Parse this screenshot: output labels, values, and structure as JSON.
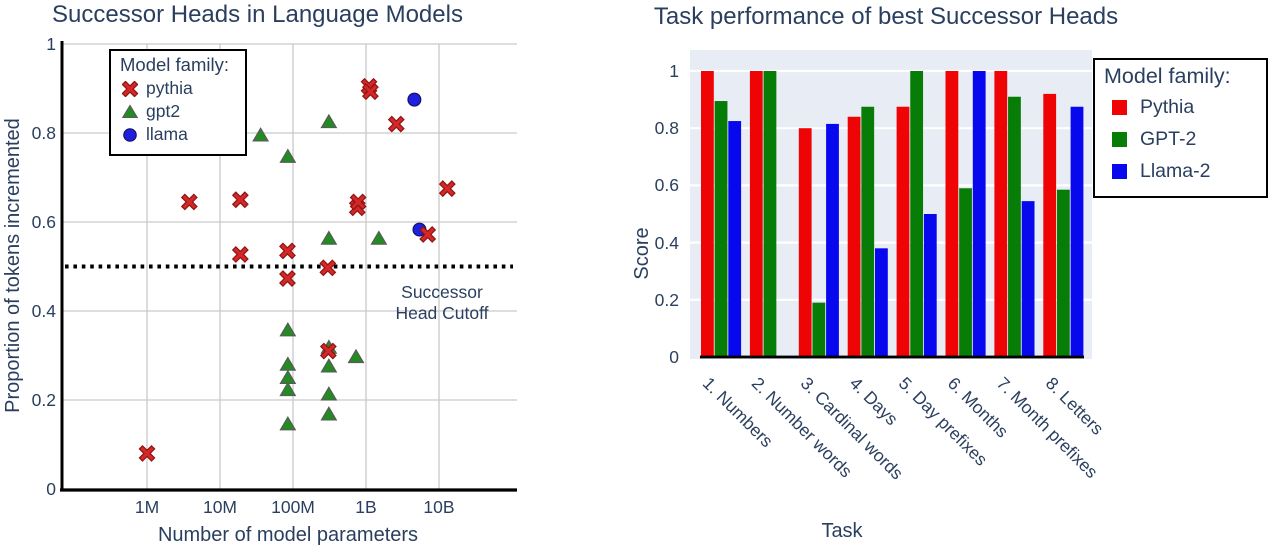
{
  "colors": {
    "text": "#2a3f5f",
    "left_grid": "#c9c9c9",
    "axis": "#000000",
    "right_plot_bg": "#e8ecf4",
    "right_grid": "#ffffff"
  },
  "chart_data": [
    {
      "type": "scatter",
      "title": "Successor Heads in Language Models",
      "xlabel": "Number of model parameters",
      "ylabel": "Proportion of tokens incremented",
      "x_scale": "log",
      "x_ticks": [
        {
          "label": "1M",
          "value_millions": 1
        },
        {
          "label": "10M",
          "value_millions": 10
        },
        {
          "label": "100M",
          "value_millions": 100
        },
        {
          "label": "1B",
          "value_millions": 1000
        },
        {
          "label": "10B",
          "value_millions": 10000
        }
      ],
      "y_ticks": [
        "1",
        "0.8",
        "0.6",
        "0.4",
        "0.2",
        "0"
      ],
      "ylim": [
        0,
        1
      ],
      "cutoff_line": {
        "y": 0.5,
        "style": "dotted",
        "color": "#000000",
        "annotation": "Successor\nHead Cutoff"
      },
      "legend": {
        "title": "Model family:",
        "items": [
          {
            "label": "pythia",
            "marker": "x"
          },
          {
            "label": "gpt2",
            "marker": "triangle-up"
          },
          {
            "label": "llama",
            "marker": "circle"
          }
        ]
      },
      "series": [
        {
          "name": "pythia",
          "marker": "x",
          "color": "#d62728",
          "edge_color": "#8c1513",
          "points_millions_vs_proportion": [
            [
              1.0,
              0.08
            ],
            [
              3.8,
              0.645
            ],
            [
              19,
              0.65
            ],
            [
              19,
              0.527
            ],
            [
              84,
              0.535
            ],
            [
              84,
              0.473
            ],
            [
              300,
              0.497
            ],
            [
              305,
              0.31
            ],
            [
              760,
              0.632
            ],
            [
              780,
              0.645
            ],
            [
              1100,
              0.905
            ],
            [
              1150,
              0.893
            ],
            [
              2600,
              0.82
            ],
            [
              7000,
              0.572
            ],
            [
              13000,
              0.675
            ]
          ]
        },
        {
          "name": "gpt2",
          "marker": "triangle-up",
          "color": "#228b22",
          "edge_color": "#5a5a5a",
          "points_millions_vs_proportion": [
            [
              36,
              0.795
            ],
            [
              85,
              0.747
            ],
            [
              85,
              0.357
            ],
            [
              85,
              0.28
            ],
            [
              85,
              0.25
            ],
            [
              85,
              0.223
            ],
            [
              85,
              0.146
            ],
            [
              310,
              0.825
            ],
            [
              310,
              0.563
            ],
            [
              310,
              0.318
            ],
            [
              310,
              0.276
            ],
            [
              310,
              0.213
            ],
            [
              310,
              0.168
            ],
            [
              730,
              0.297
            ],
            [
              1500,
              0.563
            ]
          ]
        },
        {
          "name": "llama",
          "marker": "circle",
          "color": "#1f1fe0",
          "edge_color": "#141466",
          "points_millions_vs_proportion": [
            [
              4600,
              0.875
            ],
            [
              5400,
              0.583
            ]
          ]
        }
      ]
    },
    {
      "type": "bar",
      "title": "Task performance of best Successor Heads",
      "xlabel": "Task",
      "ylabel": "Score",
      "categories": [
        "1. Numbers",
        "2. Number words",
        "3. Cardinal words",
        "4. Days",
        "5. Day prefixes",
        "6. Months",
        "7. Month prefixes",
        "8. Letters"
      ],
      "y_ticks": [
        "1",
        "0.8",
        "0.6",
        "0.4",
        "0.2",
        "0"
      ],
      "ylim": [
        0,
        1.05
      ],
      "legend": {
        "title": "Model family:",
        "items": [
          {
            "label": "Pythia"
          },
          {
            "label": "GPT-2"
          },
          {
            "label": "Llama-2"
          }
        ]
      },
      "series": [
        {
          "name": "Pythia",
          "color": "#ee0404",
          "values": [
            1.0,
            1.0,
            0.8,
            0.84,
            0.875,
            1.0,
            1.0,
            0.92
          ]
        },
        {
          "name": "GPT-2",
          "color": "#077d07",
          "values": [
            0.895,
            1.0,
            0.19,
            0.875,
            1.0,
            0.59,
            0.91,
            0.585
          ]
        },
        {
          "name": "Llama-2",
          "color": "#0808ee",
          "values": [
            0.825,
            null,
            0.815,
            0.38,
            0.5,
            1.0,
            0.545,
            0.875
          ]
        }
      ]
    }
  ]
}
